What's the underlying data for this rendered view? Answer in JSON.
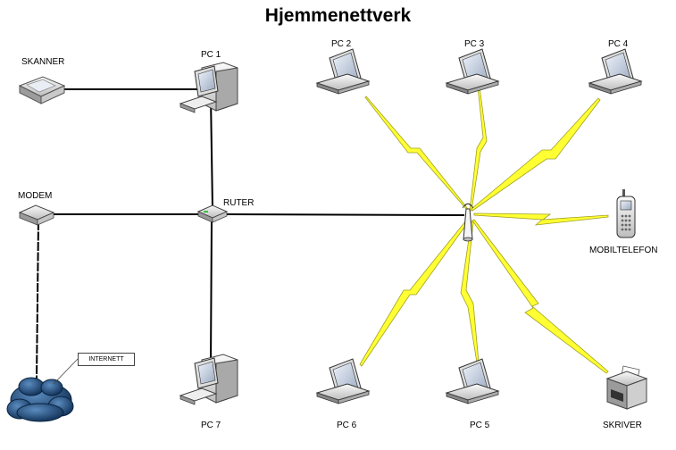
{
  "title": "Hjemmenettverk",
  "nodes": {
    "skanner": "SKANNER",
    "pc1": "PC 1",
    "pc2": "PC 2",
    "pc3": "PC 3",
    "pc4": "PC 4",
    "modem": "MODEM",
    "ruter": "RUTER",
    "mobiltelefon": "MOBILTELEFON",
    "internett": "INTERNETT",
    "pc7": "PC 7",
    "pc6": "PC 6",
    "pc5": "PC 5",
    "skriver": "SKRIVER"
  },
  "colors": {
    "wire": "#000000",
    "wireless_fill": "#ffff33",
    "wireless_stroke": "#a0a020",
    "cloud": "#1f4f7a",
    "device_light": "#f2f2f2",
    "device_dark": "#7f7f7f"
  },
  "icons": {
    "skanner": "scanner-icon",
    "pc1": "desktop-computer-icon",
    "pc7": "desktop-computer-icon",
    "laptops": "laptop-icon",
    "modem": "modem-icon",
    "ruter": "router-icon",
    "access_point": "wireless-access-point-icon",
    "mobiltelefon": "mobile-phone-icon",
    "internett": "cloud-icon",
    "skriver": "printer-icon"
  }
}
